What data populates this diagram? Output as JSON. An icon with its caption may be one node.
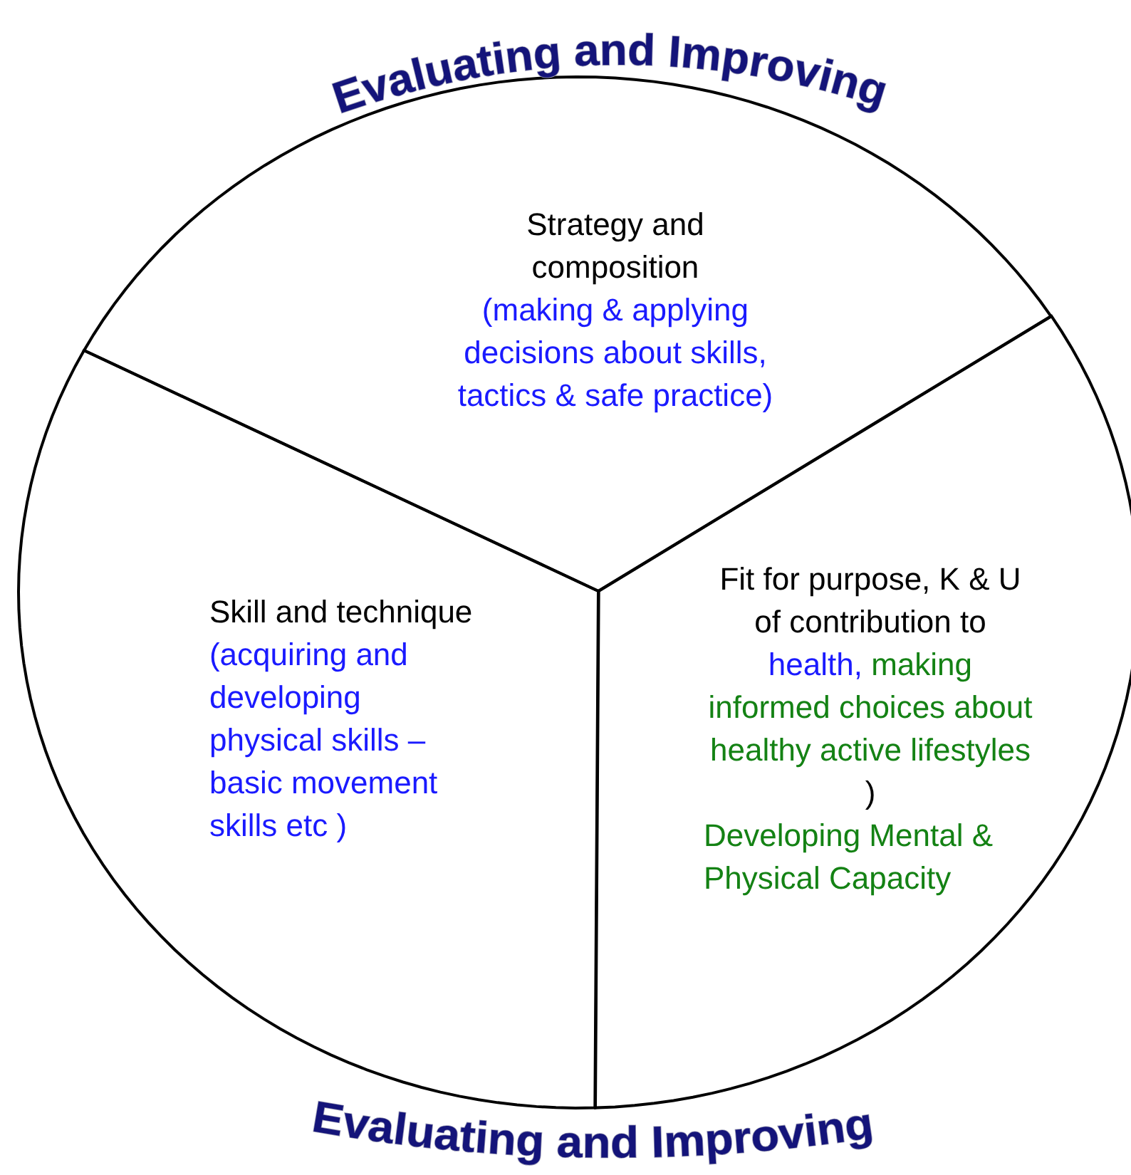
{
  "diagram": {
    "nodes": [
      {
        "text": [
          "Strategy and composition",
          "(making & applying decisions about skills, tactics & safe practice)"
        ]
      },
      {
        "text": [
          "Skill and technique",
          "(acquiring and developing physical skills – basic movement skills etc )"
        ]
      },
      {
        "text": [
          "Fit for purpose, K & U of contribution to",
          "health,",
          "making informed choices about healthy active lifestyles",
          ")",
          "Developing Mental & Physical Capacity"
        ]
      }
    ],
    "labels": [
      "Evaluating and Improving",
      "Evaluating and Improving"
    ]
  }
}
